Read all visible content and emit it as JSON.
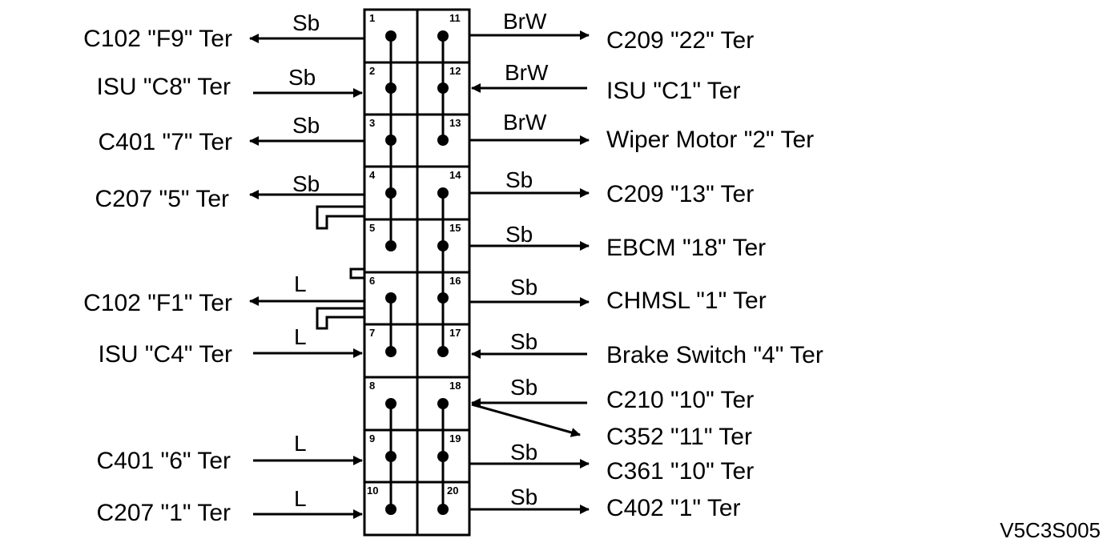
{
  "pins_left": [
    "1",
    "2",
    "3",
    "4",
    "5",
    "6",
    "7",
    "8",
    "9",
    "10"
  ],
  "pins_right": [
    "11",
    "12",
    "13",
    "14",
    "15",
    "16",
    "17",
    "18",
    "19",
    "20"
  ],
  "left": [
    {
      "pin": "1",
      "label": "C102 \"F9\" Ter",
      "wire": "Sb",
      "dir": "out"
    },
    {
      "pin": "2",
      "label": "ISU \"C8\" Ter",
      "wire": "Sb",
      "dir": "in"
    },
    {
      "pin": "3",
      "label": "C401 \"7\" Ter",
      "wire": "Sb",
      "dir": "out"
    },
    {
      "pin": "4",
      "label": "C207 \"5\" Ter",
      "wire": "Sb",
      "dir": "out"
    },
    {
      "pin": "6",
      "label": "C102 \"F1\" Ter",
      "wire": "L",
      "dir": "out"
    },
    {
      "pin": "7",
      "label": "ISU \"C4\" Ter",
      "wire": "L",
      "dir": "in"
    },
    {
      "pin": "9",
      "label": "C401 \"6\" Ter",
      "wire": "L",
      "dir": "in"
    },
    {
      "pin": "10",
      "label": "C207 \"1\" Ter",
      "wire": "L",
      "dir": "in"
    }
  ],
  "right": [
    {
      "pin": "11",
      "label": "C209 \"22\" Ter",
      "wire": "BrW",
      "dir": "out"
    },
    {
      "pin": "12",
      "label": "ISU \"C1\" Ter",
      "wire": "BrW",
      "dir": "in"
    },
    {
      "pin": "13",
      "label": "Wiper Motor \"2\" Ter",
      "wire": "BrW",
      "dir": "out"
    },
    {
      "pin": "14",
      "label": "C209 \"13\" Ter",
      "wire": "Sb",
      "dir": "out"
    },
    {
      "pin": "15",
      "label": "EBCM \"18\" Ter",
      "wire": "Sb",
      "dir": "out"
    },
    {
      "pin": "16",
      "label": "CHMSL \"1\" Ter",
      "wire": "Sb",
      "dir": "out"
    },
    {
      "pin": "17",
      "label": "Brake Switch \"4\" Ter",
      "wire": "Sb",
      "dir": "in"
    },
    {
      "pin": "18",
      "label": "C210 \"10\" Ter",
      "wire": "Sb",
      "dir": "in"
    },
    {
      "pin": "18",
      "label": "C352 \"11\" Ter",
      "wire": "",
      "dir": "out"
    },
    {
      "pin": "19",
      "label": "C361 \"10\" Ter",
      "wire": "Sb",
      "dir": "out"
    },
    {
      "pin": "20",
      "label": "C402 \"1\" Ter",
      "wire": "Sb",
      "dir": "out"
    }
  ],
  "diagram_code": "V5C3S005"
}
